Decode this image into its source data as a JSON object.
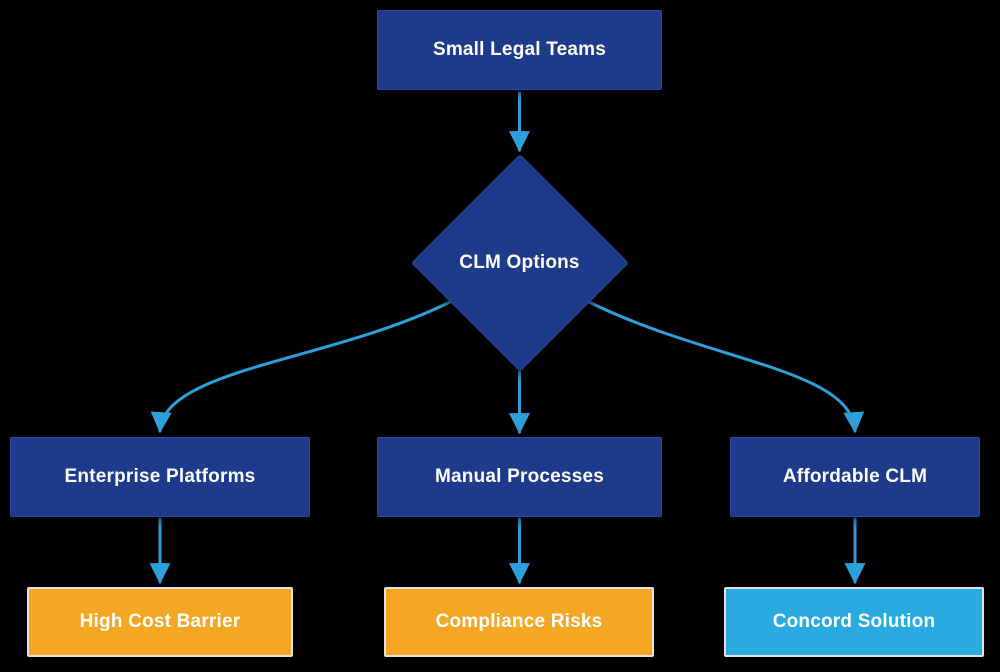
{
  "diagram": {
    "background_color": "#000000",
    "arrow_color": "#2e9fd9",
    "nodes": {
      "small_legal_teams": {
        "label": "Small Legal Teams",
        "shape": "rect",
        "fill": "#1e3a8a",
        "text_color": "#ffffff"
      },
      "clm_options": {
        "label": "CLM Options",
        "shape": "diamond",
        "fill": "#1e3a8a",
        "text_color": "#ffffff"
      },
      "enterprise_platforms": {
        "label": "Enterprise Platforms",
        "shape": "rect",
        "fill": "#1e3a8a",
        "text_color": "#ffffff"
      },
      "manual_processes": {
        "label": "Manual Processes",
        "shape": "rect",
        "fill": "#1e3a8a",
        "text_color": "#ffffff"
      },
      "affordable_clm": {
        "label": "Affordable CLM",
        "shape": "rect",
        "fill": "#1e3a8a",
        "text_color": "#ffffff"
      },
      "high_cost_barrier": {
        "label": "High Cost Barrier",
        "shape": "rect",
        "fill": "#f5a623",
        "text_color": "#ffffff"
      },
      "compliance_risks": {
        "label": "Compliance Risks",
        "shape": "rect",
        "fill": "#f5a623",
        "text_color": "#ffffff"
      },
      "concord_solution": {
        "label": "Concord Solution",
        "shape": "rect",
        "fill": "#29abe2",
        "text_color": "#ffffff"
      }
    },
    "edges": [
      {
        "from": "small_legal_teams",
        "to": "clm_options"
      },
      {
        "from": "clm_options",
        "to": "enterprise_platforms"
      },
      {
        "from": "clm_options",
        "to": "manual_processes"
      },
      {
        "from": "clm_options",
        "to": "affordable_clm"
      },
      {
        "from": "enterprise_platforms",
        "to": "high_cost_barrier"
      },
      {
        "from": "manual_processes",
        "to": "compliance_risks"
      },
      {
        "from": "affordable_clm",
        "to": "concord_solution"
      }
    ]
  }
}
